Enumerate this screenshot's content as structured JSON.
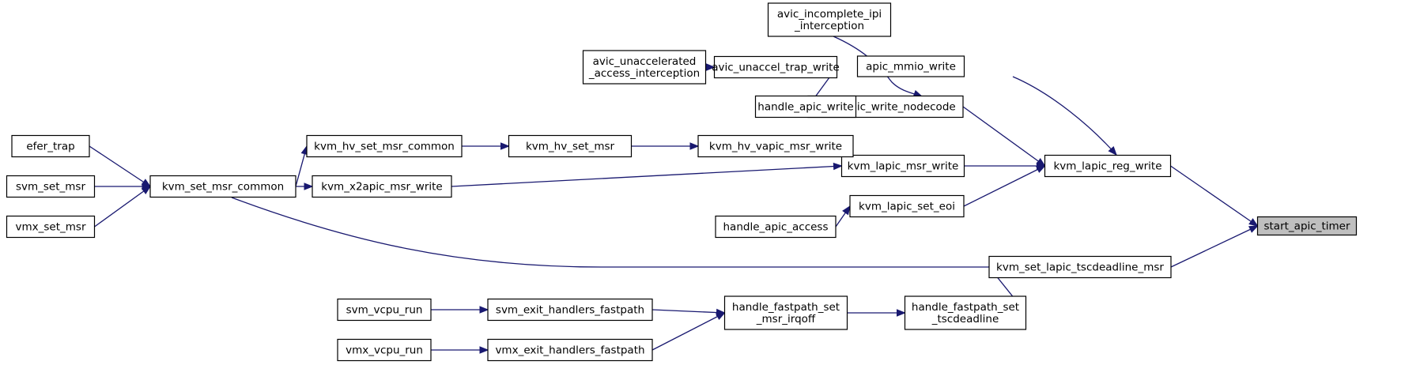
{
  "colors": {
    "edge": "#191970",
    "node_fill": "#ffffff",
    "node_stroke": "#000000",
    "highlight_fill": "#bfbfbf"
  },
  "nodes": [
    {
      "id": "start_apic_timer",
      "lines": [
        "start_apic_timer"
      ],
      "highlight": true
    },
    {
      "id": "kvm_lapic_reg_write",
      "lines": [
        "kvm_lapic_reg_write"
      ]
    },
    {
      "id": "kvm_set_lapic_tscdeadline_msr",
      "lines": [
        "kvm_set_lapic_tscdeadline_msr"
      ]
    },
    {
      "id": "apic_mmio_write",
      "lines": [
        "apic_mmio_write"
      ]
    },
    {
      "id": "kvm_apic_write_nodecode",
      "lines": [
        "kvm_apic_write_nodecode"
      ]
    },
    {
      "id": "kvm_lapic_msr_write",
      "lines": [
        "kvm_lapic_msr_write"
      ]
    },
    {
      "id": "kvm_lapic_set_eoi",
      "lines": [
        "kvm_lapic_set_eoi"
      ]
    },
    {
      "id": "avic_incomplete_ipi_interception",
      "lines": [
        "avic_incomplete_ipi",
        "_interception"
      ]
    },
    {
      "id": "avic_unaccel_trap_write",
      "lines": [
        "avic_unaccel_trap_write"
      ]
    },
    {
      "id": "avic_unaccelerated_access_interception",
      "lines": [
        "avic_unaccelerated",
        "_access_interception"
      ]
    },
    {
      "id": "handle_apic_write",
      "lines": [
        "handle_apic_write"
      ]
    },
    {
      "id": "kvm_hv_vapic_msr_write",
      "lines": [
        "kvm_hv_vapic_msr_write"
      ]
    },
    {
      "id": "kvm_hv_set_msr",
      "lines": [
        "kvm_hv_set_msr"
      ]
    },
    {
      "id": "kvm_hv_set_msr_common",
      "lines": [
        "kvm_hv_set_msr_common"
      ]
    },
    {
      "id": "kvm_set_msr_common",
      "lines": [
        "kvm_set_msr_common"
      ]
    },
    {
      "id": "efer_trap",
      "lines": [
        "efer_trap"
      ]
    },
    {
      "id": "svm_set_msr",
      "lines": [
        "svm_set_msr"
      ]
    },
    {
      "id": "vmx_set_msr",
      "lines": [
        "vmx_set_msr"
      ]
    },
    {
      "id": "kvm_x2apic_msr_write",
      "lines": [
        "kvm_x2apic_msr_write"
      ]
    },
    {
      "id": "handle_apic_access",
      "lines": [
        "handle_apic_access"
      ]
    },
    {
      "id": "handle_fastpath_set_tscdeadline",
      "lines": [
        "handle_fastpath_set",
        "_tscdeadline"
      ]
    },
    {
      "id": "handle_fastpath_set_msr_irqoff",
      "lines": [
        "handle_fastpath_set",
        "_msr_irqoff"
      ]
    },
    {
      "id": "svm_exit_handlers_fastpath",
      "lines": [
        "svm_exit_handlers_fastpath"
      ]
    },
    {
      "id": "vmx_exit_handlers_fastpath",
      "lines": [
        "vmx_exit_handlers_fastpath"
      ]
    },
    {
      "id": "svm_vcpu_run",
      "lines": [
        "svm_vcpu_run"
      ]
    },
    {
      "id": "vmx_vcpu_run",
      "lines": [
        "vmx_vcpu_run"
      ]
    }
  ],
  "edges": [
    {
      "from": "kvm_lapic_reg_write",
      "to": "start_apic_timer"
    },
    {
      "from": "kvm_set_lapic_tscdeadline_msr",
      "to": "start_apic_timer"
    },
    {
      "from": "apic_mmio_write",
      "to": "kvm_lapic_reg_write"
    },
    {
      "from": "kvm_apic_write_nodecode",
      "to": "kvm_lapic_reg_write"
    },
    {
      "from": "kvm_lapic_msr_write",
      "to": "kvm_lapic_reg_write"
    },
    {
      "from": "kvm_lapic_set_eoi",
      "to": "kvm_lapic_reg_write"
    },
    {
      "from": "avic_incomplete_ipi_interception",
      "to": "kvm_apic_write_nodecode"
    },
    {
      "from": "avic_unaccel_trap_write",
      "to": "kvm_apic_write_nodecode"
    },
    {
      "from": "handle_apic_write",
      "to": "kvm_apic_write_nodecode"
    },
    {
      "from": "avic_unaccelerated_access_interception",
      "to": "avic_unaccel_trap_write"
    },
    {
      "from": "kvm_hv_vapic_msr_write",
      "to": "kvm_lapic_msr_write"
    },
    {
      "from": "kvm_x2apic_msr_write",
      "to": "kvm_lapic_msr_write"
    },
    {
      "from": "kvm_hv_set_msr",
      "to": "kvm_hv_vapic_msr_write"
    },
    {
      "from": "kvm_hv_set_msr_common",
      "to": "kvm_hv_set_msr"
    },
    {
      "from": "kvm_set_msr_common",
      "to": "kvm_hv_set_msr_common"
    },
    {
      "from": "kvm_set_msr_common",
      "to": "kvm_x2apic_msr_write"
    },
    {
      "from": "kvm_set_msr_common",
      "to": "kvm_set_lapic_tscdeadline_msr"
    },
    {
      "from": "efer_trap",
      "to": "kvm_set_msr_common"
    },
    {
      "from": "svm_set_msr",
      "to": "kvm_set_msr_common"
    },
    {
      "from": "vmx_set_msr",
      "to": "kvm_set_msr_common"
    },
    {
      "from": "handle_apic_access",
      "to": "kvm_lapic_set_eoi"
    },
    {
      "from": "handle_fastpath_set_tscdeadline",
      "to": "kvm_set_lapic_tscdeadline_msr"
    },
    {
      "from": "handle_fastpath_set_msr_irqoff",
      "to": "handle_fastpath_set_tscdeadline"
    },
    {
      "from": "svm_exit_handlers_fastpath",
      "to": "handle_fastpath_set_msr_irqoff"
    },
    {
      "from": "vmx_exit_handlers_fastpath",
      "to": "handle_fastpath_set_msr_irqoff"
    },
    {
      "from": "svm_vcpu_run",
      "to": "svm_exit_handlers_fastpath"
    },
    {
      "from": "vmx_vcpu_run",
      "to": "vmx_exit_handlers_fastpath"
    }
  ]
}
